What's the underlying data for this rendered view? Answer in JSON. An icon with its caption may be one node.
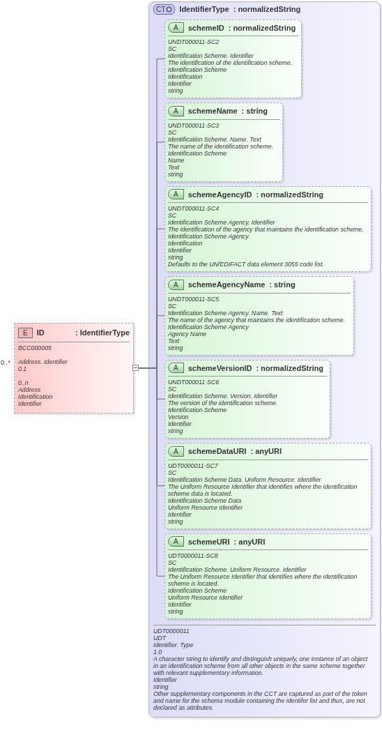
{
  "diagram": {
    "nodes": [
      {
        "text": [
          "E",
          "ID",
          ": IdentifierType",
          "BCC000005",
          "Address. Identifier",
          "0.1",
          "0..n",
          "Address",
          "Identification",
          "Identifier"
        ],
        "beside": [
          "0..*"
        ]
      },
      {
        "text": [
          "CT",
          "IdentifierType",
          ": normalizedString",
          "UDT0000011",
          "UDT",
          "Identifier. Type",
          "1.0",
          "A character string to identify and distinguish uniquely, one instance of an object in an identification scheme from all other objects in the same scheme together with relevant supplementary information.",
          "Identifier",
          "string",
          "Other supplementary components in the CCT are captured as part of the token and name for the schema module containing the identifer list and thus, are not declared as attributes."
        ]
      },
      {
        "text": [
          "A",
          "schemeID",
          ": normalizedString",
          "UNDT000011-SC2",
          "SC",
          "Identification Scheme. Identifier",
          "The identification of the identification scheme.",
          "Identification Scheme",
          "Identification",
          "Identifier",
          "string"
        ],
        "in": 1
      },
      {
        "text": [
          "A",
          "schemeName",
          ": string",
          "UNDT000011-SC3",
          "SC",
          "Identification Scheme. Name. Text",
          "The name of the identification scheme.",
          "Identification Scheme",
          "Name",
          "Text",
          "string"
        ],
        "in": 1
      },
      {
        "text": [
          "A",
          "schemeAgencyID",
          ": normalizedString",
          "UNDT000011-SC4",
          "SC",
          "Identification Scheme Agency. Identifier",
          "The identification of the agency that maintains the identification scheme.",
          "Identification Scheme Agency",
          "Identification",
          "Identifier",
          "string",
          "Defaults to the UN/EDIFACT data element 3055 code list."
        ],
        "in": 1
      },
      {
        "text": [
          "A",
          "schemeAgencyName",
          ": string",
          "UNDT000011-SC5",
          "SC",
          "Identification Scheme Agency. Name. Text",
          "The name of the agency that maintains the identification scheme.",
          "Identification Scheme Agency",
          "Agency Name",
          "Text",
          "string"
        ],
        "in": 1
      },
      {
        "text": [
          "A",
          "schemeVersionID",
          ": normalizedString",
          "UNDT000011-SC6",
          "SC",
          "Identification Scheme. Version. Identifier",
          "The version of the identification scheme.",
          "Identification Scheme",
          "Version",
          "Identifier",
          "string"
        ],
        "in": 1
      },
      {
        "text": [
          "A",
          "schemeDataURI",
          ": anyURI",
          "UDT0000011-SC7",
          "SC",
          "Identification Scheme Data. Uniform Resource. Identifier",
          "The Uniform Resource Identifier that identifies where the identification scheme data is located.",
          "Identification Scheme Data",
          "Uniform Resource Identifier",
          "Identifier",
          "string"
        ],
        "in": 1
      },
      {
        "text": [
          "A",
          "schemeURI",
          ": anyURI",
          "UDT0000011-SC8",
          "SC",
          "Identification Scheme. Uniform Resource. Identifier",
          "The Uniform Resource Identifier that identifies where the identification scheme is located.",
          "Identification Scheme",
          "Uniform Resource Identifier",
          "Identifier",
          "string"
        ],
        "in": 1
      }
    ],
    "edges": [
      {
        "from": 0,
        "to": 2,
        "arrow": "none"
      },
      {
        "from": 0,
        "to": 3,
        "arrow": "none"
      },
      {
        "from": 0,
        "to": 4,
        "arrow": "none"
      },
      {
        "from": 0,
        "to": 5,
        "arrow": "none"
      },
      {
        "from": 0,
        "to": 6,
        "arrow": "none"
      },
      {
        "from": 0,
        "to": 7,
        "arrow": "none"
      },
      {
        "from": 0,
        "to": 8,
        "arrow": "none"
      }
    ]
  }
}
